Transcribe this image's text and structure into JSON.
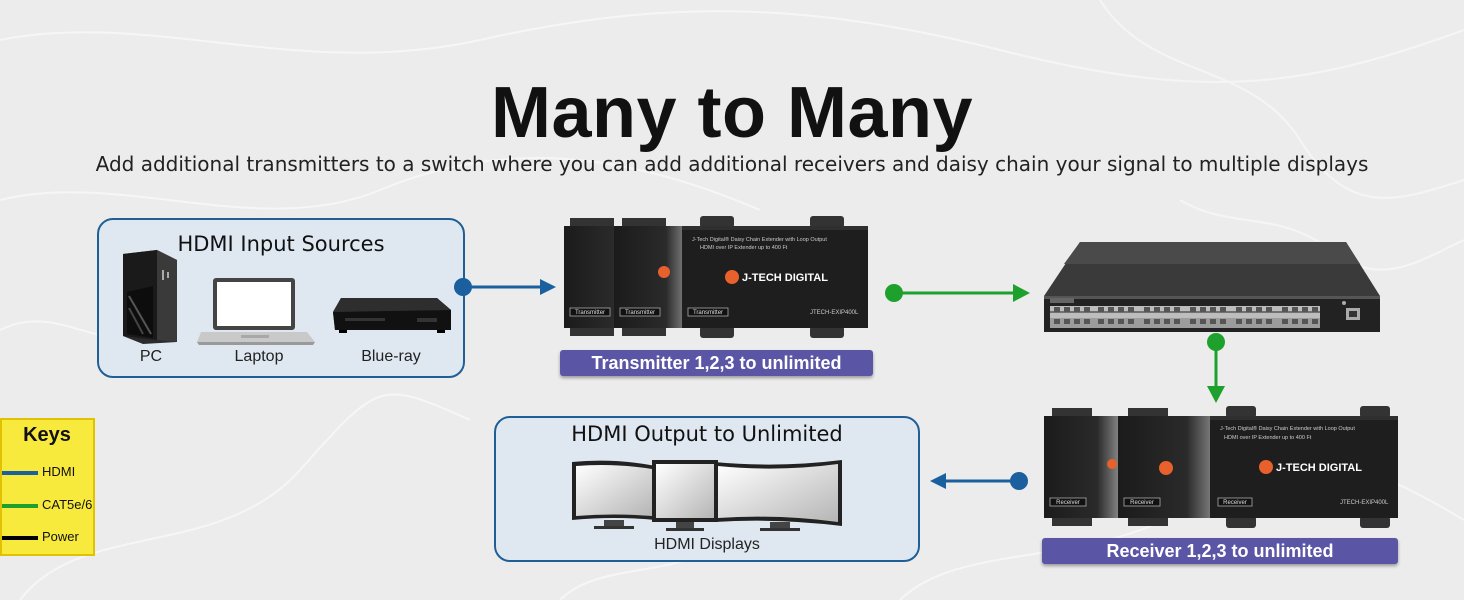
{
  "title": "Many to Many",
  "subtitle": "Add additional transmitters to a switch where you can add additional receivers and daisy chain your signal to multiple displays",
  "input_panel": {
    "title": "HDMI Input Sources",
    "devices": [
      {
        "label": "PC",
        "icon": "pc-tower-icon"
      },
      {
        "label": "Laptop",
        "icon": "laptop-icon"
      },
      {
        "label": "Blue-ray",
        "icon": "bluray-player-icon"
      }
    ]
  },
  "transmitter": {
    "banner": "Transmitter 1,2,3 to unlimited",
    "unit_label": "Transmitter",
    "brand": "J-TECH DIGITAL",
    "model": "JTECH-EXIP400L",
    "device_caption_1": "J-Tech Digital® Daisy Chain Extender with Loop Output",
    "device_caption_2": "HDMI over IP Extender up to 400 Ft"
  },
  "receiver": {
    "banner": "Receiver 1,2,3 to unlimited",
    "unit_label": "Receiver",
    "brand": "J-TECH DIGITAL",
    "model": "JTECH-EXIP400L",
    "device_caption_1": "J-Tech Digital® Daisy Chain Extender with Loop Output",
    "device_caption_2": "HDMI over IP Extender up to 400 Ft"
  },
  "output_panel": {
    "title": "HDMI Output to Unlimited",
    "caption": "HDMI Displays"
  },
  "keys": {
    "title": "Keys",
    "items": [
      {
        "label": "HDMI",
        "color": "#1a5f9e"
      },
      {
        "label": "CAT5e/6",
        "color": "#1ea12c"
      },
      {
        "label": "Power",
        "color": "#000000"
      }
    ]
  },
  "colors": {
    "hdmi": "#1a5f9e",
    "cat": "#1ea12c",
    "banner": "#5b55a6",
    "panel_bg": "#dfe8f1",
    "panel_border": "#1f5f96"
  }
}
